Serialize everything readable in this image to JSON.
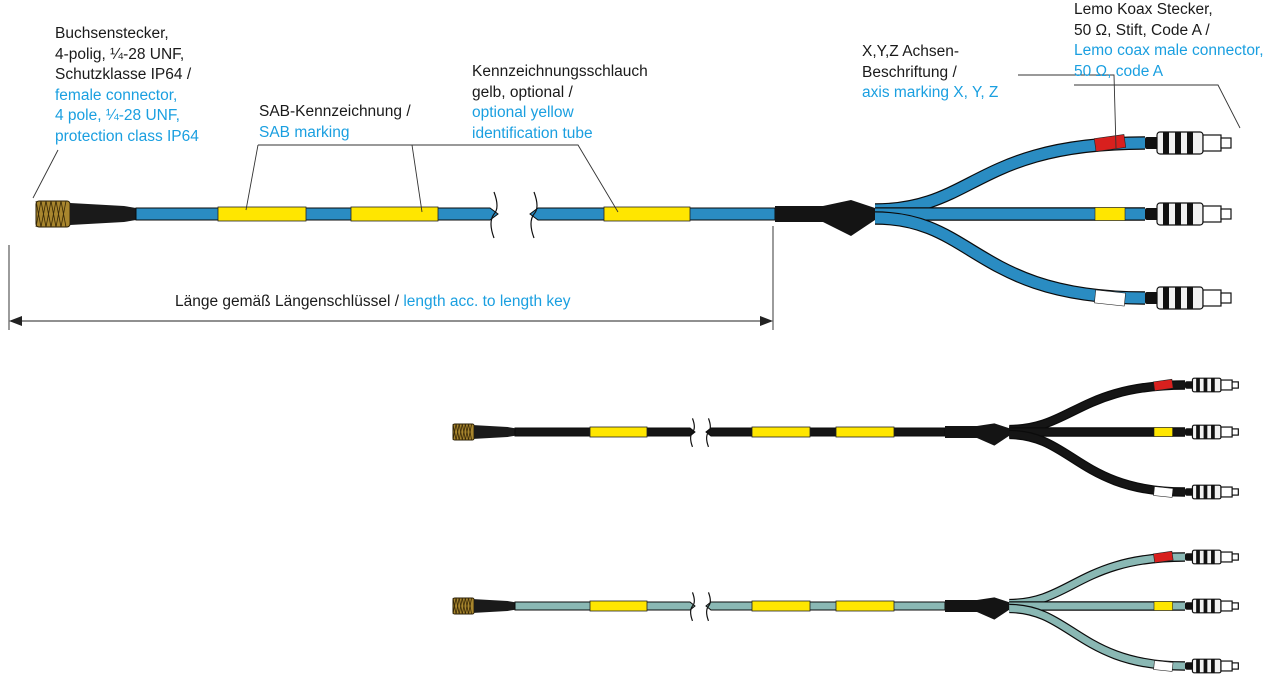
{
  "colors": {
    "english_text": "#1a9fe0",
    "german_text": "#1a1a1a",
    "cable_blue": "#2a8cc2",
    "cable_black": "#151515",
    "cable_green": "#8ab8b4",
    "marker_yellow": "#ffe600",
    "marker_red": "#d8201e",
    "marker_white": "#ffffff"
  },
  "labels": {
    "connector_female": {
      "de": [
        "Buchsenstecker,",
        "4-polig, ¼-28 UNF,",
        "Schutzklasse IP64 /"
      ],
      "en": [
        "female connector,",
        "4 pole, ¼-28 UNF,",
        "protection class IP64"
      ]
    },
    "sab_marking": {
      "de": [
        "SAB-Kennzeichnung /"
      ],
      "en": [
        "SAB marking"
      ]
    },
    "identification_tube": {
      "de": [
        "Kennzeichnungsschlauch",
        "gelb, optional /"
      ],
      "en": [
        "optional yellow",
        "identification tube"
      ]
    },
    "axis_marking": {
      "de": [
        "X,Y,Z Achsen-",
        "Beschriftung /"
      ],
      "en": [
        "axis marking X, Y, Z"
      ]
    },
    "lemo_connector": {
      "de": [
        "Lemo Koax Stecker,",
        "50 Ω, Stift, Code A /"
      ],
      "en": [
        "Lemo coax male connector,",
        "50 Ω, code A"
      ]
    }
  },
  "length_dimension": {
    "de": "Länge gemäß Längenschlüssel /",
    "en": "length acc. to length key"
  },
  "variants": [
    "cable_blue",
    "cable_black",
    "cable_green"
  ]
}
